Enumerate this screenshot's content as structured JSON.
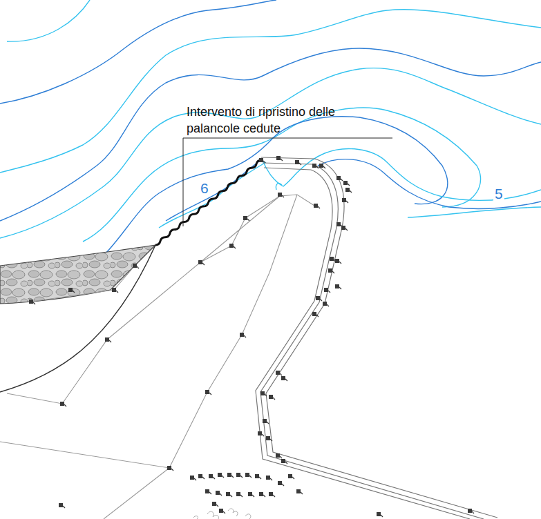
{
  "diagram": {
    "labels": [
      "Intervento di ripristino delle palancole cedute",
      "6",
      "5"
    ]
  }
}
